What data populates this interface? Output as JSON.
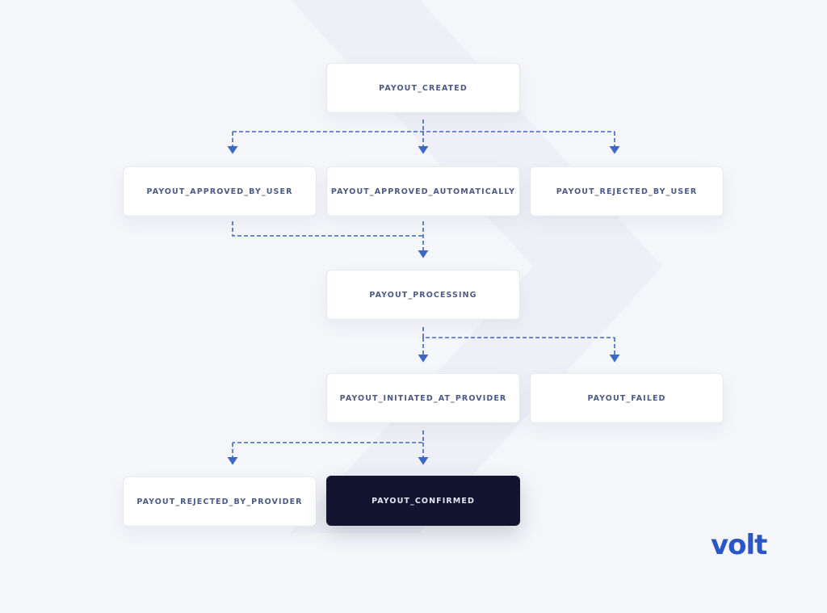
{
  "nodes": {
    "created": "PAYOUT_CREATED",
    "approved_by_user": "PAYOUT_APPROVED_BY_USER",
    "approved_automatically": "PAYOUT_APPROVED_AUTOMATICALLY",
    "rejected_by_user": "PAYOUT_REJECTED_BY_USER",
    "processing": "PAYOUT_PROCESSING",
    "initiated_at_provider": "PAYOUT_INITIATED_AT_PROVIDER",
    "failed": "PAYOUT_FAILED",
    "rejected_by_provider": "PAYOUT_REJECTED_BY_PROVIDER",
    "confirmed": "PAYOUT_CONFIRMED"
  },
  "logo": {
    "text": "volt"
  },
  "colors": {
    "background": "#f5f6fa",
    "node_text": "#4d5a86",
    "final_node_background": "#131530",
    "arrow": "#3c67c5",
    "brand": "#2a56c6"
  }
}
